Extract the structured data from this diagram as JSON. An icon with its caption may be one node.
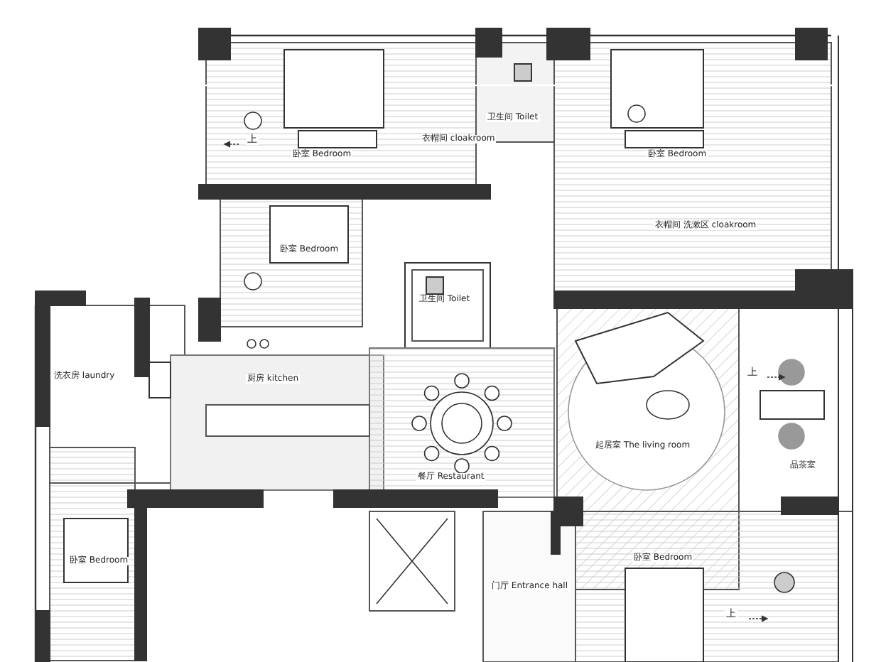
{
  "diagram": {
    "labels": [
      "卫生间 Toilet",
      "衣帽间 cloakroom",
      "上",
      "卧室 Bedroom",
      "卧室 Bedroom",
      "衣帽间 洗漱区 cloakroom",
      "卧室 Bedroom",
      "卫生间 Toilet",
      "洗衣房 laundry",
      "厨房 kitchen",
      "上",
      "起居室 The living room",
      "品茶室",
      "餐厅 Restaurant",
      "卧室 Bedroom",
      "卧室 Bedroom",
      "门厅 Entrance hall",
      "上"
    ]
  }
}
